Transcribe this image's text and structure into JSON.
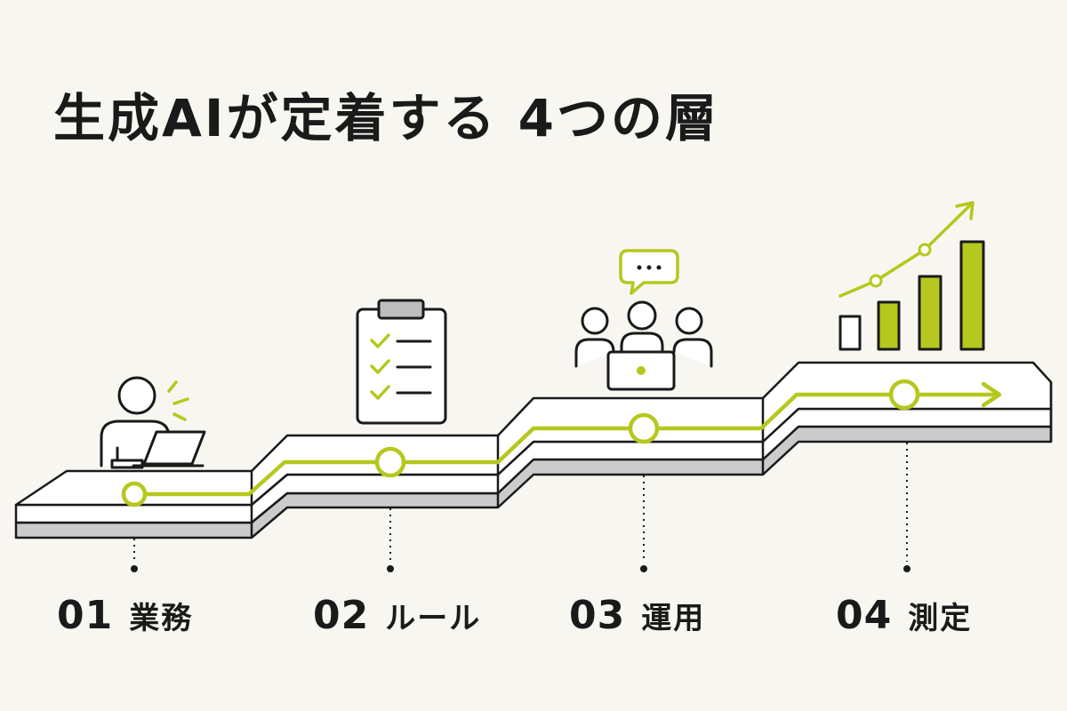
{
  "title": "生成AIが定着する 4つの層",
  "colors": {
    "accent": "#b5c81d",
    "ink": "#1a1a1a",
    "side": "#cbcbcb",
    "background": "#f8f6f1"
  },
  "steps": [
    {
      "number": "01",
      "label": "業務",
      "icon": "person-laptop-icon"
    },
    {
      "number": "02",
      "label": "ルール",
      "icon": "clipboard-checklist-icon"
    },
    {
      "number": "03",
      "label": "運用",
      "icon": "team-chat-icon"
    },
    {
      "number": "04",
      "label": "測定",
      "icon": "growth-bar-chart-icon"
    }
  ]
}
